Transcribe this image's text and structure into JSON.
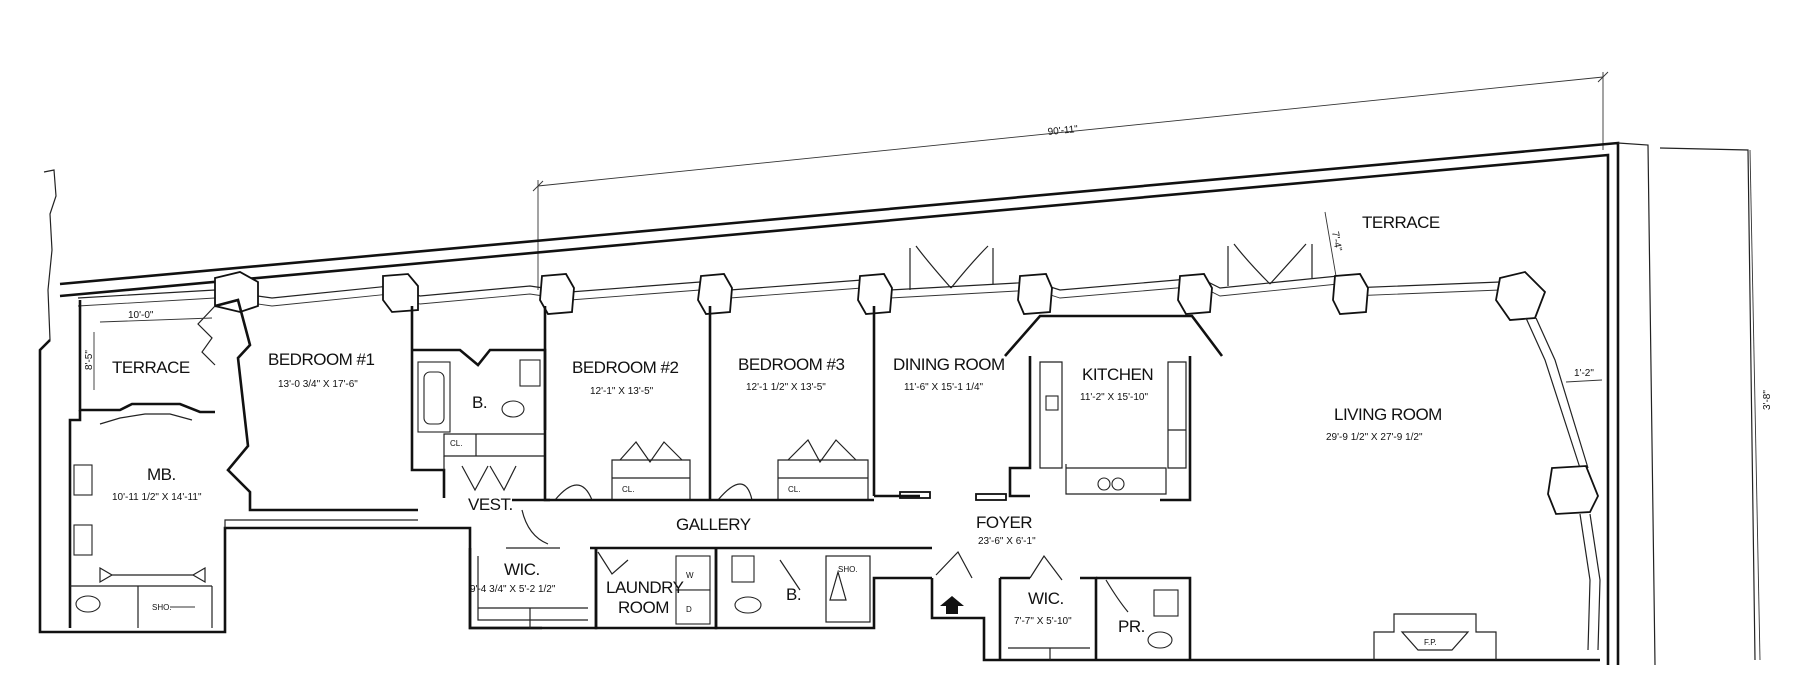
{
  "rooms": {
    "terrace_small": {
      "name": "TERRACE",
      "dim_h": "10'-0\"",
      "dim_v": "8'-5\""
    },
    "terrace_large": {
      "name": "TERRACE"
    },
    "master_bedroom": {
      "name": "MB.",
      "size": "10'-11 1/2\" X 14'-11\""
    },
    "bedroom1": {
      "name": "BEDROOM #1",
      "size": "13'-0 3/4\" X 17'-6\""
    },
    "bath1": {
      "name": "B."
    },
    "bedroom2": {
      "name": "BEDROOM #2",
      "size": "12'-1\" X 13'-5\""
    },
    "bedroom3": {
      "name": "BEDROOM #3",
      "size": "12'-1 1/2\" X 13'-5\""
    },
    "dining": {
      "name": "DINING ROOM",
      "size": "11'-6\" X 15'-1 1/4\""
    },
    "kitchen": {
      "name": "KITCHEN",
      "size": "11'-2\" X 15'-10\""
    },
    "living": {
      "name": "LIVING ROOM",
      "size": "29'-9 1/2\" X 27'-9 1/2\""
    },
    "vestibule": {
      "name": "VEST."
    },
    "gallery": {
      "name": "GALLERY"
    },
    "wic1": {
      "name": "WIC.",
      "size": "9'-4 3/4\" X 5'-2 1/2\""
    },
    "laundry": {
      "name_line1": "LAUNDRY",
      "name_line2": "ROOM"
    },
    "bath2": {
      "name": "B."
    },
    "foyer": {
      "name": "FOYER",
      "size": "23'-6\" X 6'-1\""
    },
    "wic2": {
      "name": "WIC.",
      "size": "7'-7\" X 5'-10\""
    },
    "powder": {
      "name": "PR."
    }
  },
  "dimensions": {
    "overall_length": "90'-11\"",
    "terrace_depth": "7'-4\"",
    "living_offset": "1'-2\"",
    "overall_right": "3'-8\""
  },
  "fixture_labels": {
    "closet": "CL.",
    "shower": "SHO.",
    "fireplace": "F.P.",
    "washer": "W",
    "dryer": "D"
  },
  "icons": [
    "entry-arrow-icon",
    "toilet-icon",
    "sink-icon",
    "tub-icon",
    "range-icon"
  ]
}
